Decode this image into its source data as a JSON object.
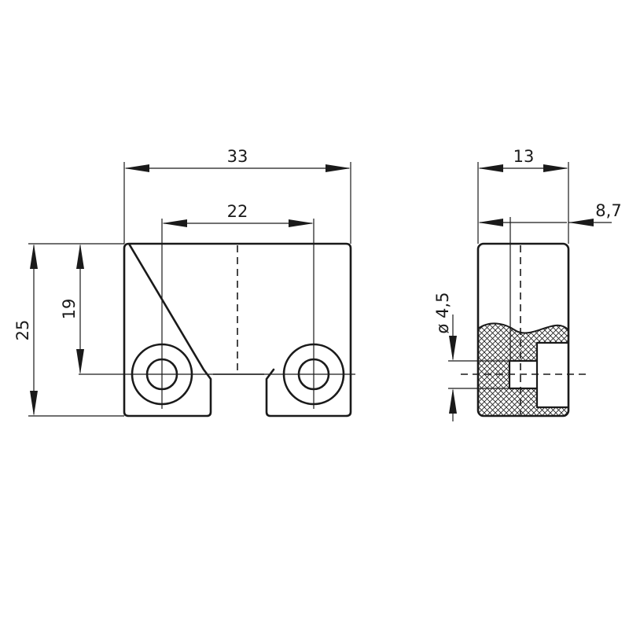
{
  "dimensions": {
    "width_overall": "33",
    "hole_spacing": "22",
    "height_overall": "25",
    "hole_height": "19",
    "depth": "13",
    "hole_offset": "8,7",
    "hole_diameter": "ø 4,5"
  },
  "colors": {
    "line": "#1a1a1a",
    "hatch": "#1a1a1a",
    "background": "#ffffff"
  }
}
